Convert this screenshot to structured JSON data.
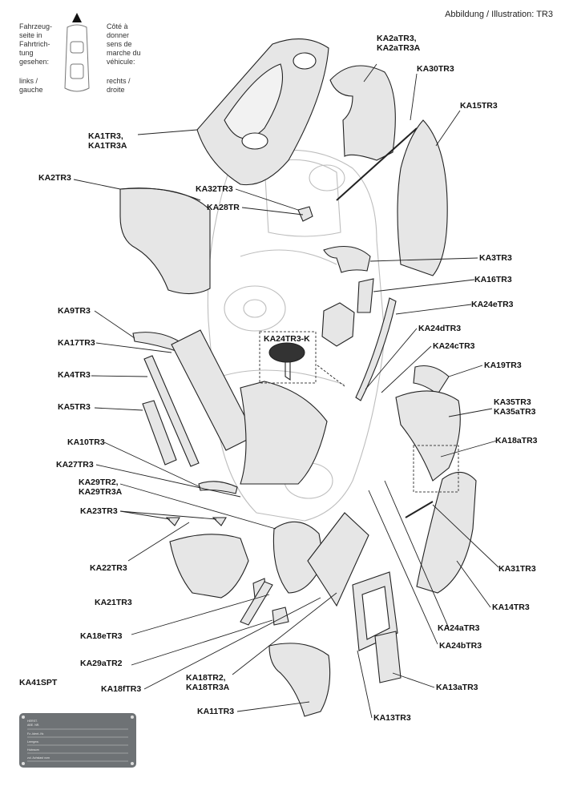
{
  "header": "Abbildung / Illustration: TR3",
  "legend": {
    "de": "Fahrzeug-\nseite in\nFahrtrich-\ntung\ngesehen:",
    "de_side": "links /\ngauche",
    "fr": "Côté à\ndonner\nsens de\nmarche du\nvéhicule:",
    "fr_side": "rechts /\ndroite"
  },
  "labels": {
    "ka2atr3": "KA2aTR3,\nKA2aTR3A",
    "ka30tr3": "KA30TR3",
    "ka15tr3": "KA15TR3",
    "ka1tr3": "KA1TR3,\nKA1TR3A",
    "ka2tr3": "KA2TR3",
    "ka32tr3": "KA32TR3",
    "ka28tr": "KA28TR",
    "ka3tr3": "KA3TR3",
    "ka16tr3": "KA16TR3",
    "ka9tr3": "KA9TR3",
    "ka24etr3": "KA24eTR3",
    "ka24dtr3": "KA24dTR3",
    "ka24tr3k": "KA24TR3-K",
    "ka17tr3": "KA17TR3",
    "ka24ctr3": "KA24cTR3",
    "ka4tr3": "KA4TR3",
    "ka19tr3": "KA19TR3",
    "ka5tr3": "KA5TR3",
    "ka35tr3": "KA35TR3\nKA35aTR3",
    "ka10tr3": "KA10TR3",
    "ka18atr3": "KA18aTR3",
    "ka27tr3": "KA27TR3",
    "ka29tr2": "KA29TR2,\nKA29TR3A",
    "ka23tr3": "KA23TR3",
    "ka22tr3": "KA22TR3",
    "ka31tr3": "KA31TR3",
    "ka14tr3": "KA14TR3",
    "ka21tr3": "KA21TR3",
    "ka24atr3": "KA24aTR3",
    "ka18etr3": "KA18eTR3",
    "ka24btr3": "KA24bTR3",
    "ka29atr2": "KA29aTR2",
    "ka41spt": "KA41SPT",
    "ka18tr2": "KA18TR2,\nKA18TR3A",
    "ka18ftr3": "KA18fTR3",
    "ka13atr3": "KA13aTR3",
    "ka11tr3": "KA11TR3",
    "ka13tr3": "KA13TR3"
  },
  "plate": {
    "line1": "HERST.",
    "line2": "ABE. NR.",
    "line3": "Fz.-Ident.-Nr.",
    "line4": "Leergew.",
    "line5": "Hubraum",
    "line6": "zul. Achslast vorn"
  },
  "colors": {
    "part_fill": "#e6e6e6",
    "part_stroke": "#222222",
    "car_stroke": "#bdbdbd",
    "plate": "#6e7275"
  }
}
